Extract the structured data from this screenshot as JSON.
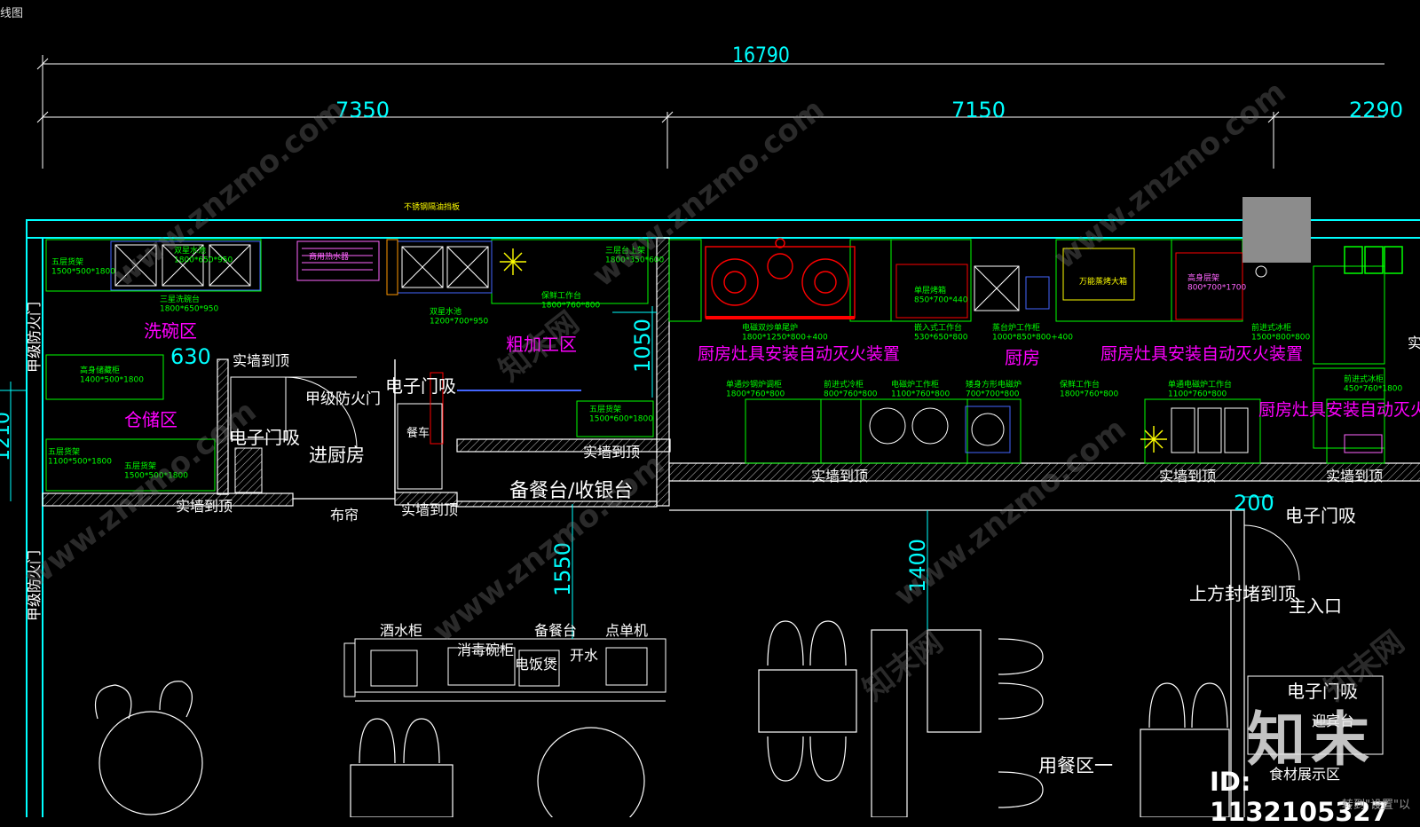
{
  "window": {
    "tab_title": "线图"
  },
  "colors": {
    "bg": "#000000",
    "dim": "#00ffff",
    "wall": "#ffffff",
    "equip": "#00ff00",
    "zone": "#ff00ff",
    "red": "#ff0000",
    "yellow": "#ffff00",
    "gray": "#8c8c8c"
  },
  "dimensions": {
    "total": "16790",
    "seg1": "7350",
    "seg2": "7150",
    "seg3": "2290",
    "v630": "630",
    "v1050": "1050",
    "v1210": "1210",
    "v1550": "1550",
    "v1400": "1400",
    "v200": "200"
  },
  "zones": {
    "dishwash": "洗碗区",
    "storage": "仓储区",
    "prep": "粗加工区",
    "kitchen": "厨房",
    "fire1": "厨房灶具安装自动灭火装置",
    "fire2": "厨房灶具安装自动灭火装置",
    "fire3": "厨房灶具安装自动灭火装置"
  },
  "labels": {
    "wall_top": "实墙到顶",
    "fire_door_a": "甲级防火门",
    "mag_door_1": "电子门吸",
    "mag_door_2": "电子门吸",
    "mag_door_3": "电子门吸",
    "mag_door_4": "电子门吸",
    "enter_kitchen": "进厨房",
    "wall_top_2": "实墙到顶",
    "wall_top_3": "实墙到顶",
    "wall_top_4": "实墙到顶",
    "wall_top_5": "实墙到顶",
    "wall_top_6": "实墙到顶",
    "wall_top_7": "实墙到顶",
    "curtain": "布帘",
    "cashier": "备餐台/收银台",
    "side_fire_1": "甲级防火门",
    "side_fire_2": "甲级防火门",
    "seal_top": "上方封堵到顶",
    "main_entrance": "主入口",
    "dining": "用餐区一",
    "wine_cabinet": "酒水柜",
    "disinfect": "消毒碗柜",
    "prep_table": "备餐台",
    "order_machine": "点单机",
    "rice_cooker": "电饭煲",
    "water": "开水",
    "reception": "迎宾台",
    "food_display": "食材展示区",
    "cart": "餐车",
    "right_edge": "实"
  },
  "equipment_notes": {
    "e1": "五层货架\n1500*500*1800",
    "e2": "双星水池\n1800*650*950",
    "e3": "三星洗碗台\n1800*650*950",
    "e4": "商用热水器",
    "e5": "不锈钢隔油挡板",
    "e6": "双星水池\n1200*700*950",
    "e7": "保鲜工作台\n1800*760*800",
    "e8": "三层台上架\n1800*350*600",
    "e9": "高身储藏柜\n1400*500*1800",
    "e10": "五层货架\n1100*500*1800",
    "e11": "五层货架\n1500*600*1800",
    "e12": "五层货架\n1500*500*1800",
    "e13": "电磁双炒单尾炉\n1800*1250*800+400",
    "e14": "单层烤箱\n850*700*440",
    "e15": "嵌入式工作台\n530*650*800",
    "e16": "蒸台炉工作柜\n1000*850*800+400",
    "e17": "万能蒸烤大箱",
    "e18": "高身层架\n800*700*1700",
    "e19": "前进式冰柜\n1500*800*800",
    "e20": "单通炒钢炉调柜\n1800*760*800",
    "e21": "前进式冷柜\n800*760*800",
    "e22": "电磁炉工作柜\n1100*760*800",
    "e23": "矮身方形电磁炉\n700*700*800",
    "e24": "保鲜工作台\n1800*760*800",
    "e25": "单通电磁炉工作台\n1100*760*800",
    "e26": "前进式冰柜\n450*760*1800"
  },
  "watermarks": {
    "w1": "www.znzmo.com",
    "w2": "www.znzmo.com",
    "w3": "www.znzmo.com",
    "w4": "www.znzmo.com",
    "w5": "www.znzmo.com",
    "w6": "www.znzmo.com",
    "w7": "知末网",
    "w8": "知末网",
    "w9": "知末网"
  },
  "brand": {
    "logo_text": "知末",
    "id_text": "ID: 1132105327",
    "hint": "转到\"设置\"以"
  }
}
